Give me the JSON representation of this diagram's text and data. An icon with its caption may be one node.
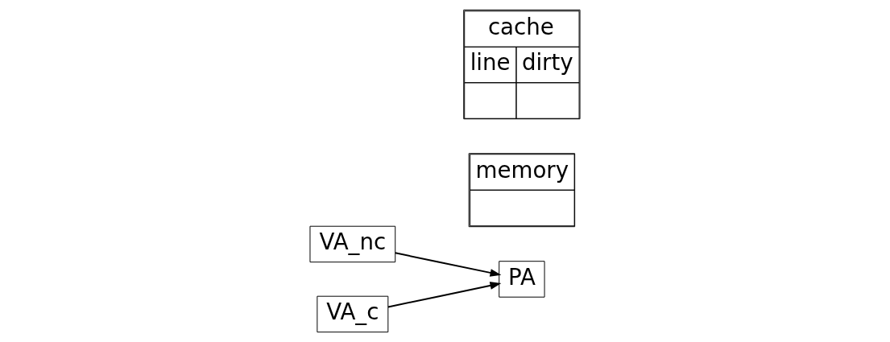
{
  "diagram": {
    "nodes": [
      {
        "text": [
          "VA_nc"
        ]
      },
      {
        "text": [
          "VA_c"
        ]
      },
      {
        "text": [
          "PA"
        ]
      },
      {
        "text": [
          "memory"
        ]
      },
      {
        "text": [
          "cache",
          "line",
          "dirty"
        ]
      }
    ],
    "edges": [
      {
        "from": 0,
        "to": 2,
        "arrow": "to"
      },
      {
        "from": 1,
        "to": 2,
        "arrow": "to"
      }
    ]
  }
}
